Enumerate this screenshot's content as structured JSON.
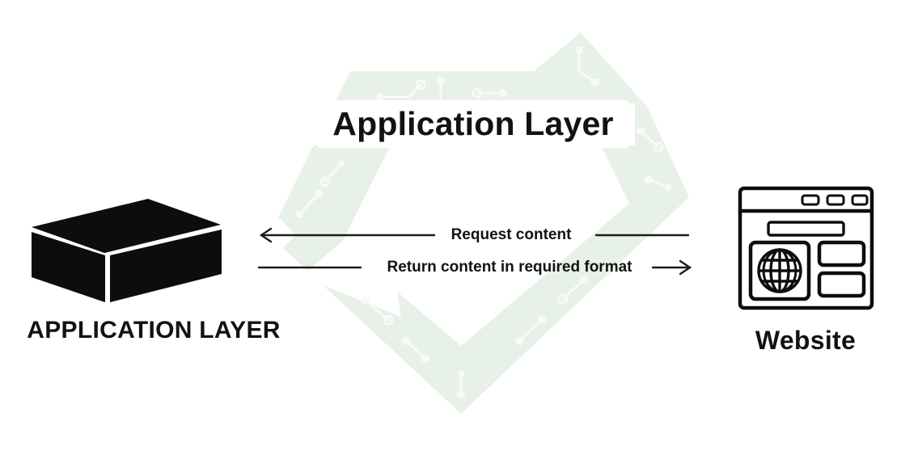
{
  "title": "Application Layer",
  "nodes": {
    "application_layer": {
      "label": "APPLICATION LAYER",
      "icon": "layer-box-icon"
    },
    "website": {
      "label": "Website",
      "icon": "browser-window-icon"
    }
  },
  "arrows": {
    "request": {
      "label": "Request content",
      "direction": "left"
    },
    "return_format": {
      "label": "Return content in required format",
      "direction": "right"
    }
  },
  "watermark": {
    "icon": "circuit-gem-logo"
  },
  "colors": {
    "background": "#ffffff",
    "text": "#121212",
    "line": "#1c1c1c",
    "icon_fill": "#0d0d0d",
    "watermark_green": "#e7f1e8",
    "watermark_trace": "#f7fbf8"
  }
}
